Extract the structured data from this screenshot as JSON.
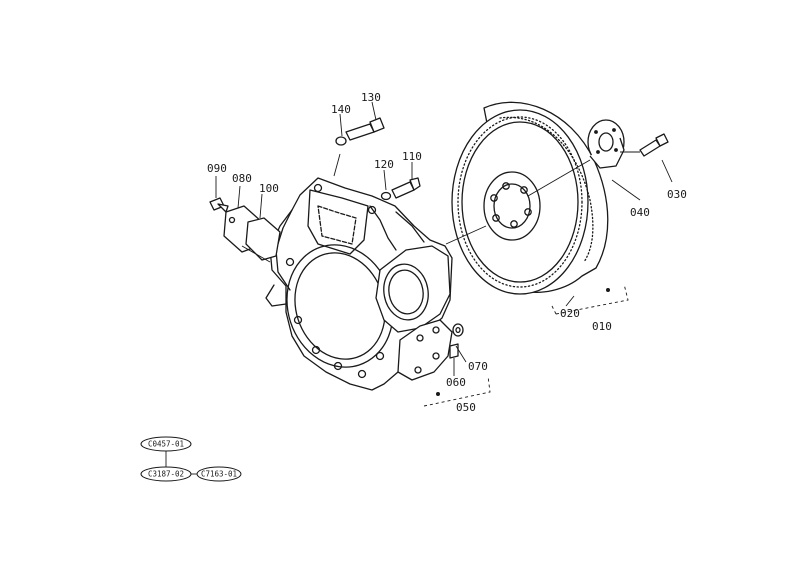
{
  "callouts": {
    "p010": "010",
    "p020": "020",
    "p030": "030",
    "p040": "040",
    "p050": "050",
    "p060": "060",
    "p070": "070",
    "p080": "080",
    "p090": "090",
    "p100": "100",
    "p110": "110",
    "p120": "120",
    "p130": "130",
    "p140": "140"
  },
  "references": {
    "top": "C0457-01",
    "bottom_left": "C3187-02",
    "bottom_right": "C7163-01"
  },
  "colors": {
    "ink": "#1a1a1a",
    "background": "#ffffff"
  }
}
